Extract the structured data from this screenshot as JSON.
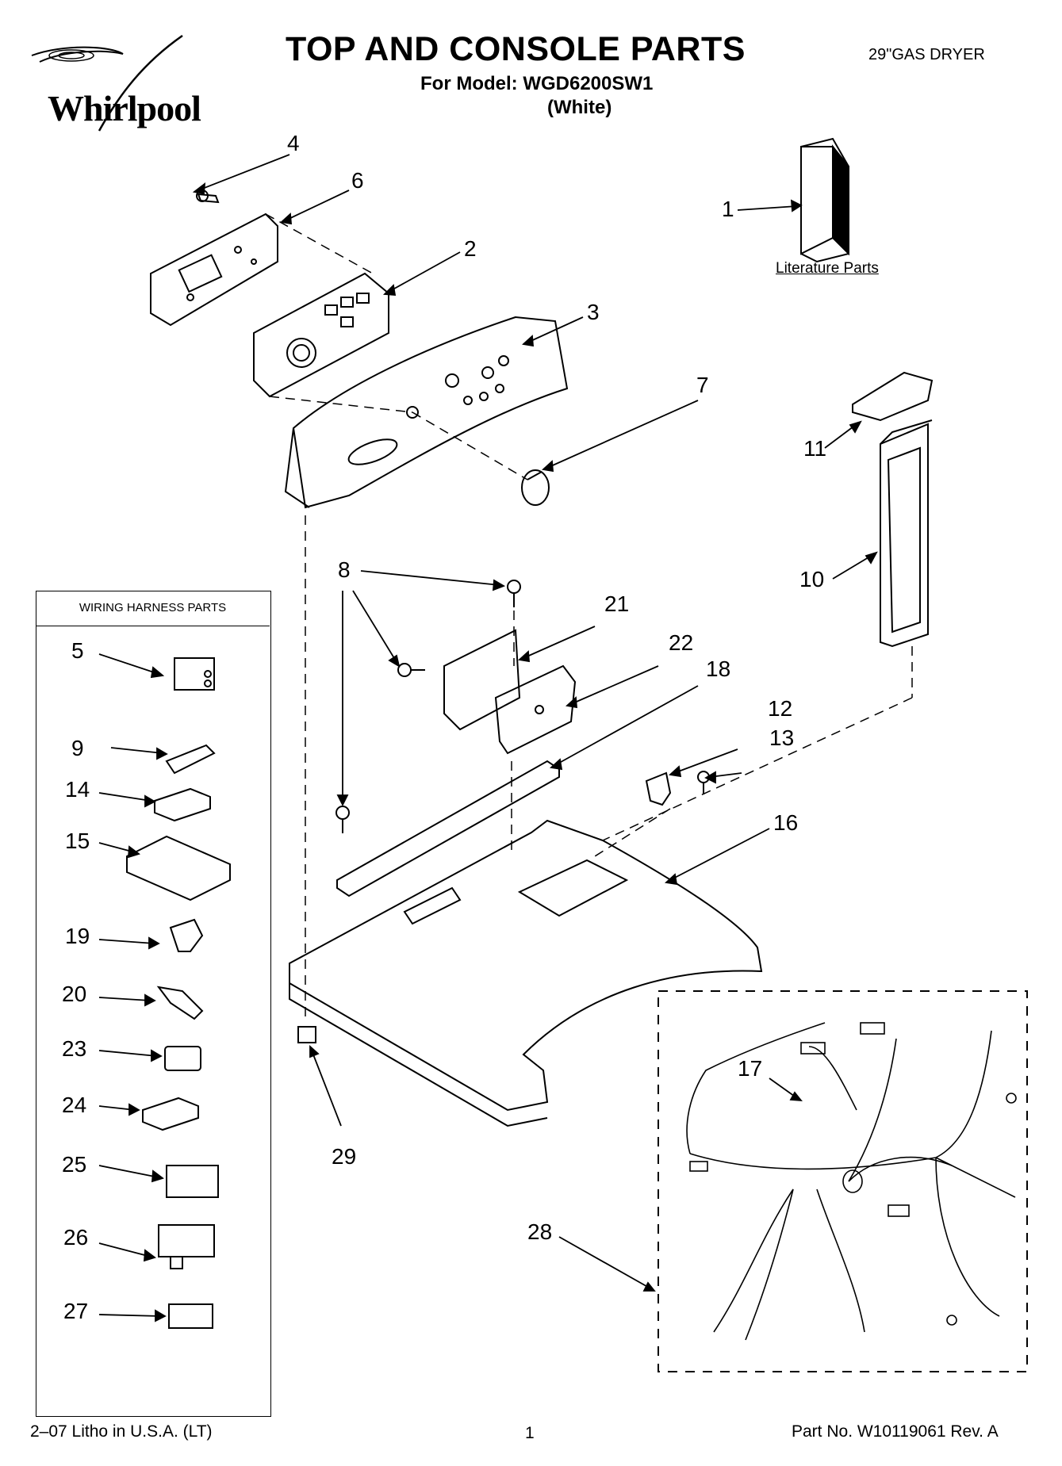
{
  "header": {
    "brand": "Whirlpool",
    "title": "TOP AND CONSOLE PARTS",
    "model": "For Model: WGD6200SW1",
    "color": "(White)",
    "product": "29\"GAS DRYER"
  },
  "labels": {
    "literature": "Literature Parts",
    "harness_title": "WIRING HARNESS PARTS"
  },
  "callouts": {
    "c1": "1",
    "c2": "2",
    "c3": "3",
    "c4": "4",
    "c5": "5",
    "c6": "6",
    "c7": "7",
    "c8": "8",
    "c9": "9",
    "c10": "10",
    "c11": "11",
    "c12": "12",
    "c13": "13",
    "c14": "14",
    "c15": "15",
    "c16": "16",
    "c17": "17",
    "c18": "18",
    "c19": "19",
    "c20": "20",
    "c21": "21",
    "c22": "22",
    "c23": "23",
    "c24": "24",
    "c25": "25",
    "c26": "26",
    "c27": "27",
    "c28": "28",
    "c29": "29"
  },
  "footer": {
    "litho": "2–07 Litho in U.S.A. (LT)",
    "page": "1",
    "part_no": "Part No. W10119061 Rev. A"
  }
}
